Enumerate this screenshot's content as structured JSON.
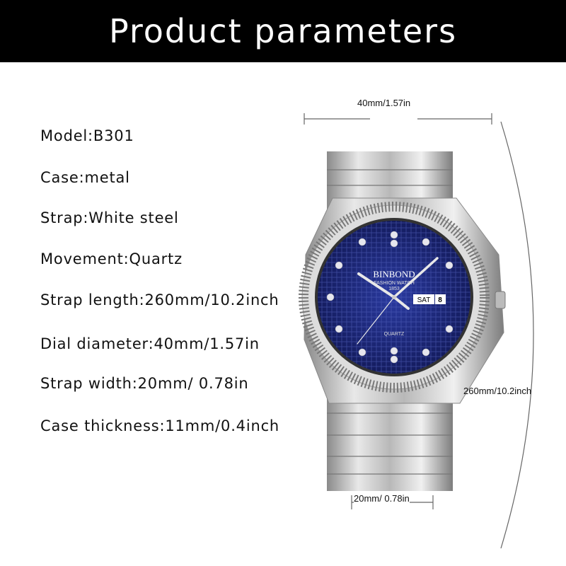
{
  "header": {
    "title": "Product parameters"
  },
  "specs": [
    "Model:B301",
    "Case:metal",
    "Strap:White steel",
    "Movement:Quartz",
    "Strap length:260mm/10.2inch",
    "Dial diameter:40mm/1.57in",
    "Strap width:20mm/ 0.78in",
    "Case thickness:11mm/0.4inch"
  ],
  "dimensions": {
    "diameter": "40mm/1.57in",
    "length": "260mm/10.2inch",
    "width": "20mm/ 0.78in"
  },
  "watch": {
    "brand": "BINBOND",
    "subtitle": "FASHION WATCH",
    "year": "1853",
    "movement_label": "QUARTZ",
    "day": "SAT",
    "date": "8",
    "dial_color": "#1e2a80"
  }
}
